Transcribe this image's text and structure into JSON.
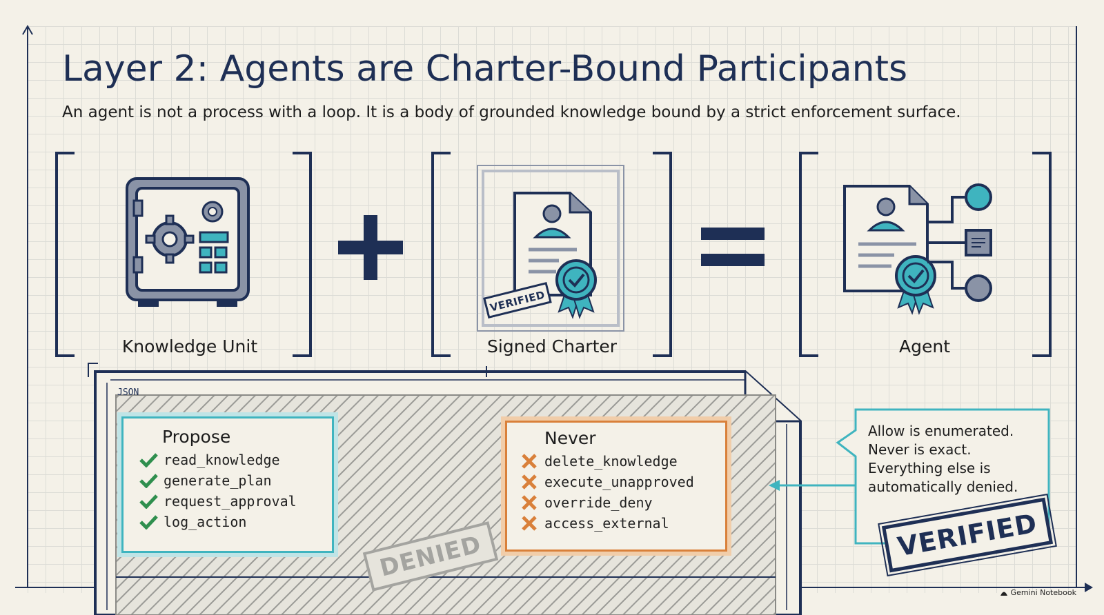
{
  "title": "Layer 2: Agents are Charter-Bound Participants",
  "subtitle": "An agent is not a process with a loop. It is a body of grounded knowledge bound by a strict enforcement surface.",
  "equation": {
    "knowledge_unit": {
      "label": "Knowledge Unit",
      "icon": "safe-icon"
    },
    "operator_plus": "+",
    "signed_charter": {
      "label": "Signed Charter",
      "stamp": "VERIFIED",
      "icon": "certificate-icon"
    },
    "operator_equals": "=",
    "agent": {
      "label": "Agent",
      "icon": "agent-network-icon"
    }
  },
  "document": {
    "tag": "JSON",
    "propose": {
      "title": "Propose",
      "items": [
        "read_knowledge",
        "generate_plan",
        "request_approval",
        "log_action"
      ]
    },
    "never": {
      "title": "Never",
      "items": [
        "delete_knowledge",
        "execute_unapproved",
        "override_deny",
        "access_external"
      ]
    },
    "denied_stamp": "DENIED"
  },
  "callout": {
    "lines": [
      "Allow is enumerated.",
      "Never is exact.",
      "Everything else is",
      "automatically denied."
    ],
    "stamp": "VERIFIED"
  },
  "brand": "Gemini Notebook",
  "colors": {
    "navy": "#1e2f55",
    "teal": "#3fb4bf",
    "orange": "#d9803a",
    "green": "#2f8f4e",
    "gray": "#8a93a6"
  }
}
